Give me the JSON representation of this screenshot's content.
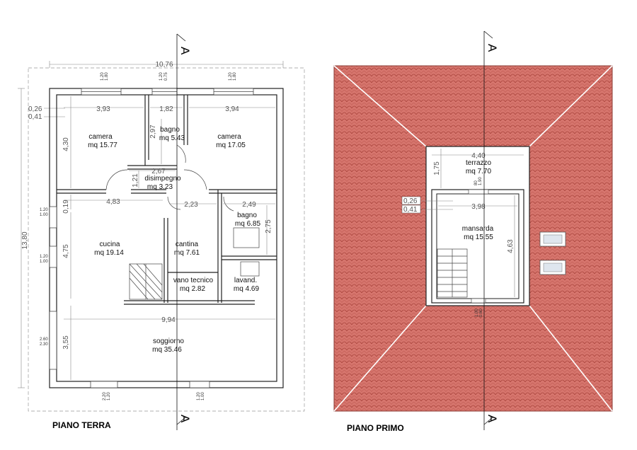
{
  "plans": {
    "ground": {
      "title": "PIANO TERRA",
      "overall_width": "10,76",
      "overall_height": "13,80",
      "offset_a": "0,26",
      "offset_b": "0,41",
      "rooms": [
        {
          "name": "camera",
          "area": "mq 15.77"
        },
        {
          "name": "bagno",
          "area": "mq 5.43"
        },
        {
          "name": "camera",
          "area": "mq 17.05"
        },
        {
          "name": "disimpegno",
          "area": "mq 3.23"
        },
        {
          "name": "bagno",
          "area": "mq 6.85"
        },
        {
          "name": "cucina",
          "area": "mq 19.14"
        },
        {
          "name": "cantina",
          "area": "mq 7.61"
        },
        {
          "name": "vano tecnico",
          "area": "mq 2.82"
        },
        {
          "name": "lavand.",
          "area": "mq 4.69"
        },
        {
          "name": "soggiorno",
          "area": "mq 35.46"
        }
      ],
      "dims_h": [
        "3,93",
        "1,82",
        "3,94",
        "2,67",
        "4,83",
        "2,23",
        "2,49",
        "9,94"
      ],
      "dims_v": [
        "4,30",
        "2,97",
        "1,21",
        "0,19",
        "4,75",
        "2,75",
        "3,55"
      ],
      "windows_top": [
        {
          "w": "1.20",
          "h": "1.80"
        },
        {
          "w": "1.20",
          "h": "0.75"
        },
        {
          "w": "1.20",
          "h": "1.80"
        }
      ],
      "windows_left": [
        {
          "w": "1.20",
          "h": "1.00"
        },
        {
          "w": "1.20",
          "h": "1.00"
        },
        {
          "w": "2.60",
          "h": "2.30"
        }
      ],
      "windows_bottom": [
        {
          "w": "2.20",
          "h": "1.20"
        },
        {
          "w": "1.20",
          "h": "1.00"
        }
      ]
    },
    "first": {
      "title": "PIANO PRIMO",
      "offset_a": "0,26",
      "offset_b": "0,41",
      "rooms": [
        {
          "name": "terrazzo",
          "area": "mq 7.70"
        },
        {
          "name": "mansarda",
          "area": "mq 15.55"
        }
      ],
      "dims_h": [
        "4,40",
        "3,98"
      ],
      "dims_v": [
        "1,75",
        "4,63"
      ],
      "window_top": {
        "w": "80",
        "h": "1.90"
      },
      "window_bottom": {
        "w": "1.00",
        "h": "0.60"
      }
    }
  },
  "section_marker": "A",
  "colors": {
    "roof": "#d6756d",
    "roof_line": "#a9443c",
    "wall": "#222222"
  }
}
